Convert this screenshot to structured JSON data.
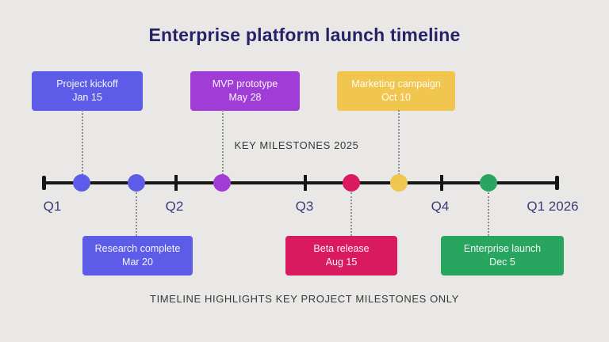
{
  "page": {
    "title": "Enterprise platform launch timeline",
    "section_label": "KEY MILESTONES 2025",
    "footnote": "TIMELINE HIGHLIGHTS KEY PROJECT MILESTONES ONLY",
    "background_color": "#E9E8E6",
    "title_color": "#252268",
    "axis_color": "#161616"
  },
  "timeline": {
    "quarters": [
      "Q1",
      "Q2",
      "Q3",
      "Q4",
      "Q1 2026"
    ],
    "milestones": [
      {
        "label": "Project kickoff",
        "date": "Jan 15",
        "color": "#5C5CE8",
        "side": "top"
      },
      {
        "label": "Research complete",
        "date": "Mar 20",
        "color": "#5C5CE8",
        "side": "bottom"
      },
      {
        "label": "MVP prototype",
        "date": "May 28",
        "color": "#9F3DD6",
        "side": "top"
      },
      {
        "label": "Beta release",
        "date": "Aug 15",
        "color": "#D91A5E",
        "side": "bottom"
      },
      {
        "label": "Marketing campaign",
        "date": "Oct 10",
        "color": "#F0C64F",
        "side": "top"
      },
      {
        "label": "Enterprise launch",
        "date": "Dec 5",
        "color": "#28A55F",
        "side": "bottom"
      }
    ]
  }
}
